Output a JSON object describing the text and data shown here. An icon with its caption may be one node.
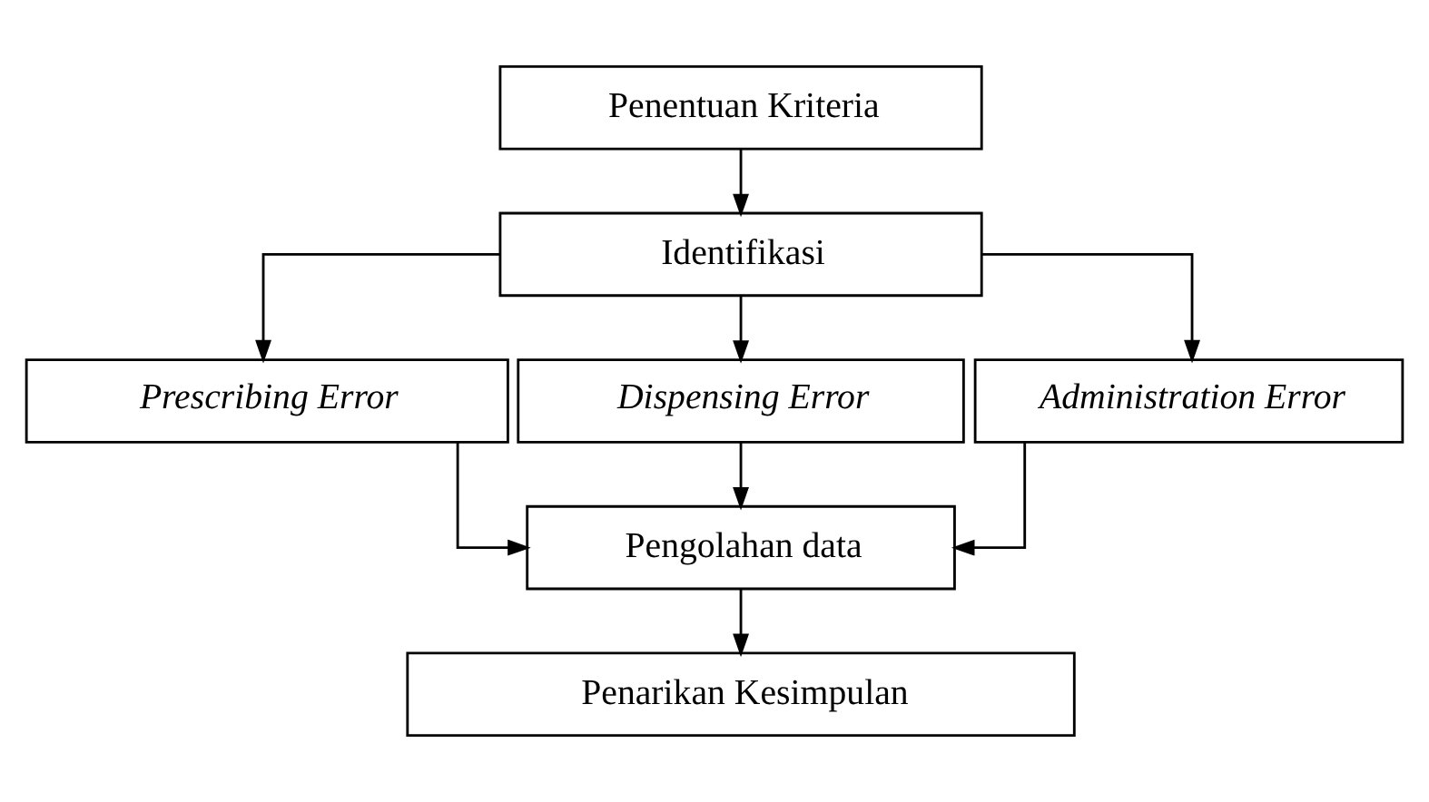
{
  "diagram": {
    "nodes": [
      {
        "text": [
          "Penentuan Kriteria"
        ]
      },
      {
        "text": [
          "Identifikasi"
        ]
      },
      {
        "text": [
          "Prescribing Error"
        ]
      },
      {
        "text": [
          "Dispensing Error"
        ]
      },
      {
        "text": [
          "Administration Error"
        ]
      },
      {
        "text": [
          "Pengolahan data"
        ]
      },
      {
        "text": [
          "Penarikan Kesimpulan"
        ]
      }
    ],
    "edges": [
      {
        "from": 0,
        "to": 1,
        "arrow": "to"
      },
      {
        "from": 1,
        "to": 2,
        "arrow": "to"
      },
      {
        "from": 1,
        "to": 3,
        "arrow": "to"
      },
      {
        "from": 1,
        "to": 4,
        "arrow": "to"
      },
      {
        "from": 2,
        "to": 5,
        "arrow": "to"
      },
      {
        "from": 3,
        "to": 5,
        "arrow": "to"
      },
      {
        "from": 4,
        "to": 5,
        "arrow": "to"
      },
      {
        "from": 5,
        "to": 6,
        "arrow": "to"
      }
    ]
  }
}
